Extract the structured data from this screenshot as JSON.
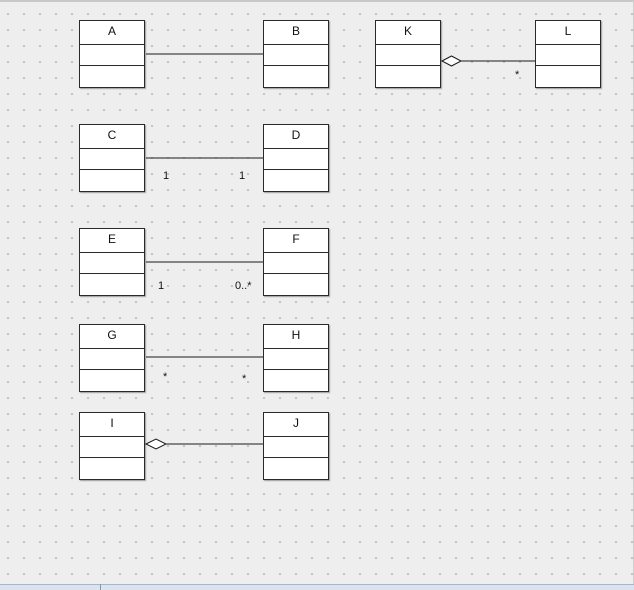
{
  "classes": [
    {
      "id": "A",
      "name": "A"
    },
    {
      "id": "B",
      "name": "B"
    },
    {
      "id": "K",
      "name": "K"
    },
    {
      "id": "L",
      "name": "L"
    },
    {
      "id": "C",
      "name": "C"
    },
    {
      "id": "D",
      "name": "D"
    },
    {
      "id": "E",
      "name": "E"
    },
    {
      "id": "F",
      "name": "F"
    },
    {
      "id": "G",
      "name": "G"
    },
    {
      "id": "H",
      "name": "H"
    },
    {
      "id": "I",
      "name": "I"
    },
    {
      "id": "J",
      "name": "J"
    }
  ],
  "associations": [
    {
      "from": "A",
      "to": "B",
      "kind": "association",
      "from_mult": "",
      "to_mult": ""
    },
    {
      "from": "K",
      "to": "L",
      "kind": "aggregation",
      "from_mult": "",
      "to_mult": "*"
    },
    {
      "from": "C",
      "to": "D",
      "kind": "association",
      "from_mult": "1",
      "to_mult": "1"
    },
    {
      "from": "E",
      "to": "F",
      "kind": "association",
      "from_mult": "1",
      "to_mult": "0..*"
    },
    {
      "from": "G",
      "to": "H",
      "kind": "association",
      "from_mult": "*",
      "to_mult": "*"
    },
    {
      "from": "I",
      "to": "J",
      "kind": "aggregation",
      "from_mult": "",
      "to_mult": ""
    }
  ],
  "colors": {
    "canvas": "#eeeeee",
    "grid_dot": "#b9b9b9",
    "line": "#1a1a1a",
    "class_fill": "#ffffff"
  }
}
